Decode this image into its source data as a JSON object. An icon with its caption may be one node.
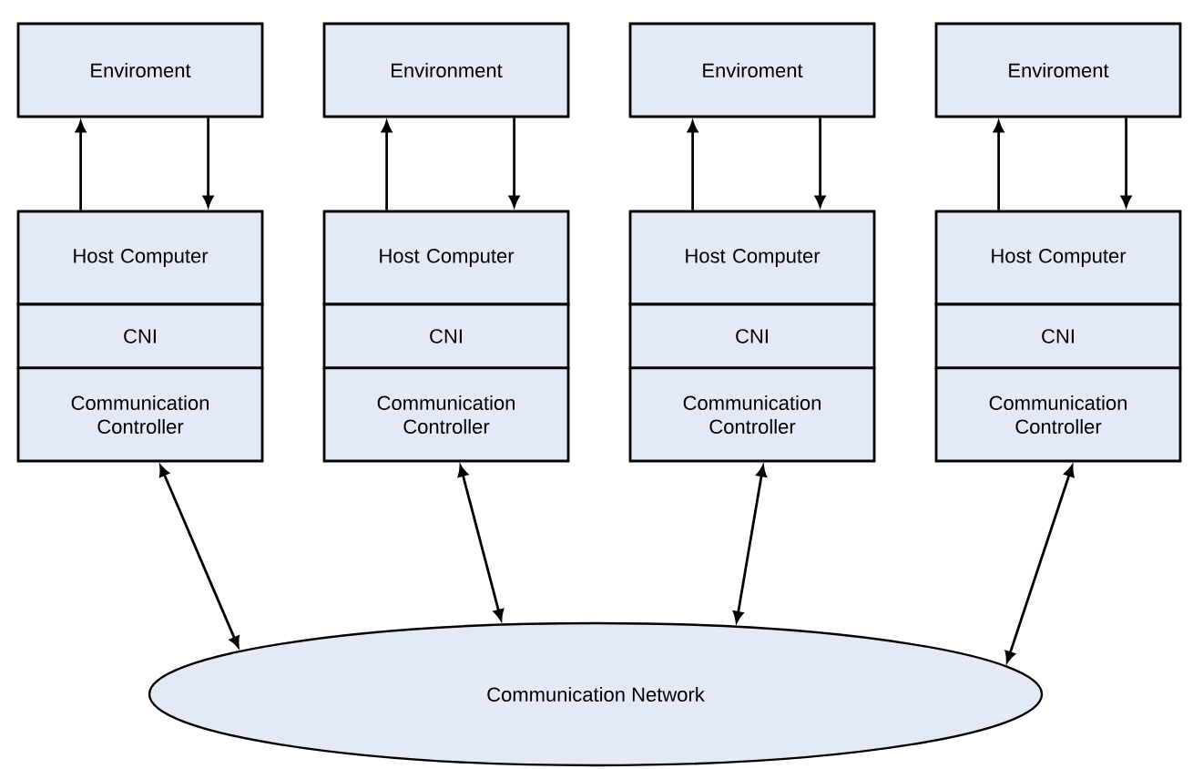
{
  "diagram": {
    "nodes": [
      {
        "text": [
          "Enviroment"
        ]
      },
      {
        "text": [
          "Host Computer"
        ]
      },
      {
        "text": [
          "CNI"
        ]
      },
      {
        "text": [
          "Communication Controller"
        ]
      },
      {
        "text": [
          "Environment"
        ]
      },
      {
        "text": [
          "Host Computer"
        ]
      },
      {
        "text": [
          "CNI"
        ]
      },
      {
        "text": [
          "Communication Controller"
        ]
      },
      {
        "text": [
          "Enviroment"
        ]
      },
      {
        "text": [
          "Host Computer"
        ]
      },
      {
        "text": [
          "CNI"
        ]
      },
      {
        "text": [
          "Communication Controller"
        ]
      },
      {
        "text": [
          "Enviroment"
        ]
      },
      {
        "text": [
          "Host Computer"
        ]
      },
      {
        "text": [
          "CNI"
        ]
      },
      {
        "text": [
          "Communication Controller"
        ]
      },
      {
        "text": [
          "Communication Network"
        ]
      }
    ],
    "edges": [
      {
        "from": 1,
        "to": 0,
        "arrow": "to"
      },
      {
        "from": 0,
        "to": 1,
        "arrow": "to"
      },
      {
        "from": 3,
        "to": 16,
        "arrow": "both"
      },
      {
        "from": 5,
        "to": 4,
        "arrow": "to"
      },
      {
        "from": 4,
        "to": 5,
        "arrow": "to"
      },
      {
        "from": 7,
        "to": 16,
        "arrow": "both"
      },
      {
        "from": 9,
        "to": 8,
        "arrow": "to"
      },
      {
        "from": 8,
        "to": 9,
        "arrow": "to"
      },
      {
        "from": 11,
        "to": 16,
        "arrow": "both"
      },
      {
        "from": 13,
        "to": 12,
        "arrow": "to"
      },
      {
        "from": 12,
        "to": 13,
        "arrow": "to"
      },
      {
        "from": 15,
        "to": 16,
        "arrow": "both"
      }
    ]
  }
}
